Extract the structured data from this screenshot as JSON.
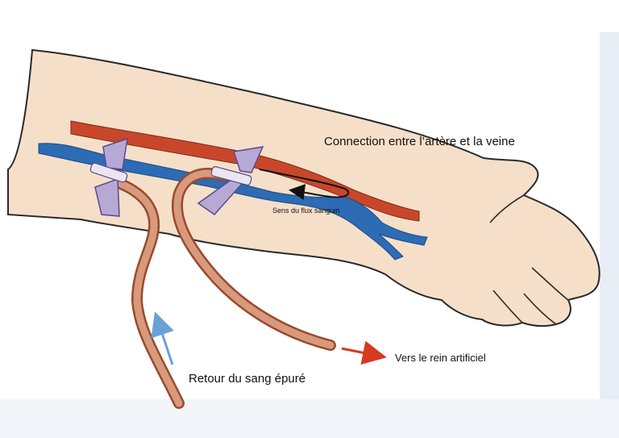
{
  "labels": {
    "connection": "Connection entre l’artère et la veine",
    "flow_direction": "Sens du flux sanguin",
    "to_kidney": "Vers le rein artificiel",
    "return_blood": "Retour du sang épuré"
  },
  "colors": {
    "skin": "#f6dfc9",
    "skin_outline": "#2a2a2a",
    "artery": "#c8472a",
    "vein": "#2d6bb5",
    "tube": "#d89a7c",
    "tube_outline": "#9a4a2c",
    "needle_wing": "#b7a9d6",
    "arrow_red": "#d63a1f",
    "arrow_blue": "#6aa2d6",
    "arrow_black": "#111111",
    "background_accent": "#e8eef6"
  }
}
